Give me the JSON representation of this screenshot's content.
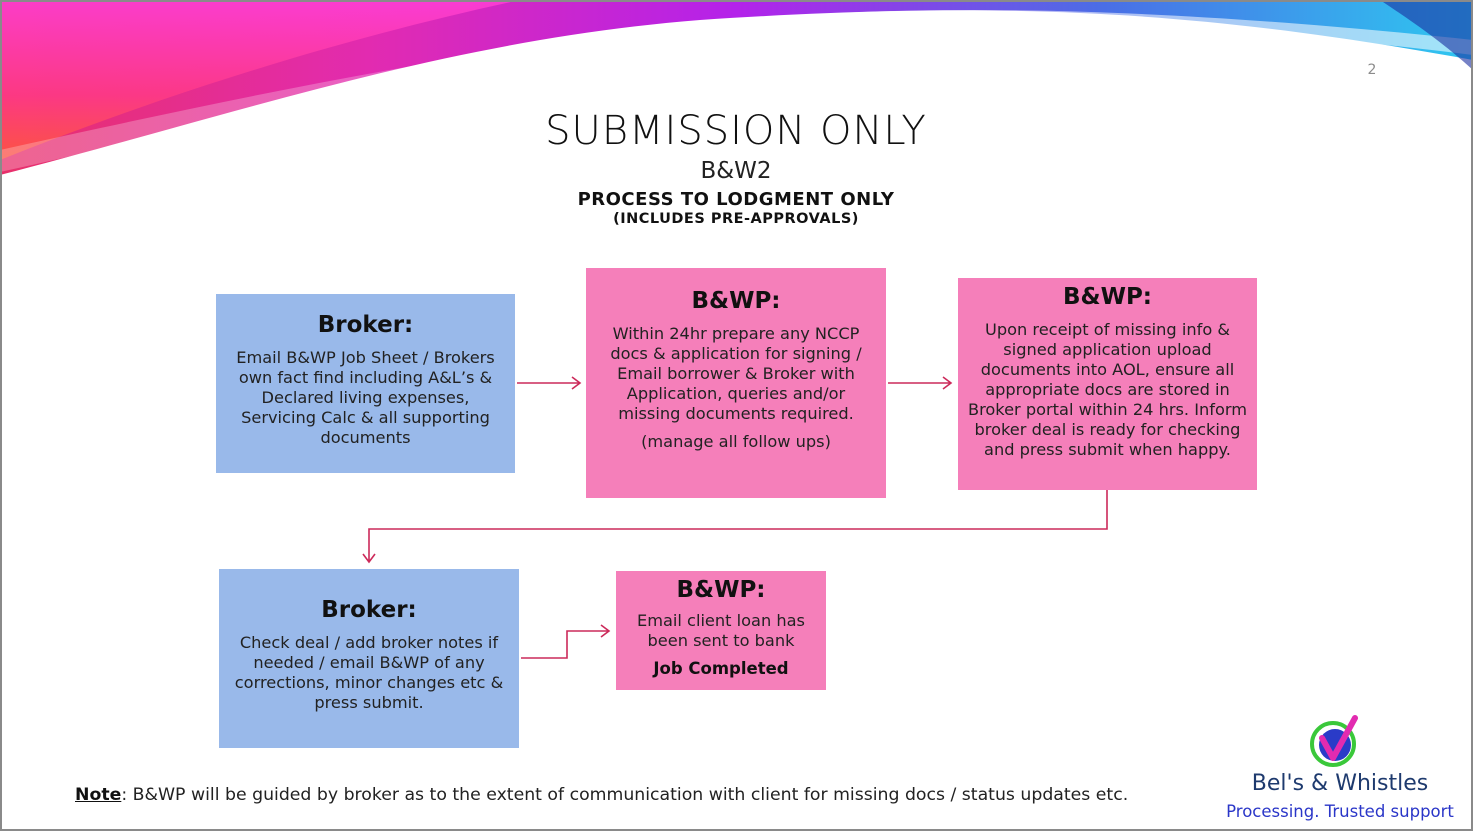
{
  "slide": {
    "page_number": "2",
    "title": "SUBMISSION ONLY",
    "subtitle": "B&W2",
    "process_heading": "PROCESS TO LODGMENT ONLY",
    "process_subheading": "(INCLUDES PRE-APPROVALS)"
  },
  "flow": {
    "step1": {
      "heading": "Broker:",
      "body": "Email B&WP Job Sheet / Brokers own fact find including A&L’s & Declared living expenses, Servicing Calc & all supporting documents",
      "color": "#99b9ea"
    },
    "step2": {
      "heading": "B&WP:",
      "body": "Within 24hr prepare any NCCP docs & application for signing  / Email borrower & Broker with Application, queries and/or missing documents required.",
      "extra": "(manage all follow ups)",
      "color": "#f57fba"
    },
    "step3": {
      "heading": "B&WP:",
      "body": "Upon receipt of missing info & signed application upload documents into AOL, ensure all appropriate docs are stored in Broker portal within 24 hrs.  Inform broker deal is ready for checking and press submit when happy.",
      "color": "#f57fba"
    },
    "step4": {
      "heading": "Broker:",
      "body": "Check deal / add broker notes if needed / email B&WP of any corrections, minor changes etc & press submit.",
      "color": "#99b9ea"
    },
    "step5": {
      "heading": "B&WP:",
      "body": "Email client loan has been sent to bank",
      "completed": "Job Completed",
      "color": "#f57fba"
    },
    "arrow_color": "#cc2a5a"
  },
  "note": {
    "label": "Note",
    "text": ": B&WP will be guided by broker as to the extent of communication with client for missing docs / status updates etc."
  },
  "logo": {
    "name": "Bel's & Whistles",
    "tagline": "Processing. Trusted support",
    "icon": "checkmark-circle-icon"
  }
}
